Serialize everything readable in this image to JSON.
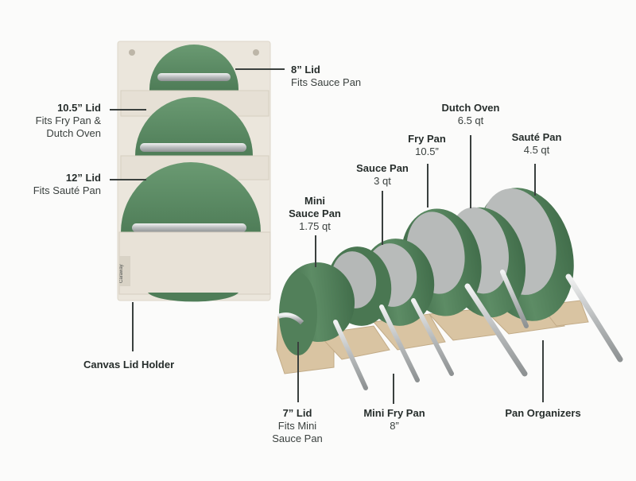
{
  "brand_tag": "Caraway",
  "labels": {
    "lid8": {
      "title": "8” Lid",
      "sub": "Fits Sauce Pan"
    },
    "lid105": {
      "title": "10.5” Lid",
      "sub1": "Fits Fry Pan &",
      "sub2": "Dutch Oven"
    },
    "lid12": {
      "title": "12” Lid",
      "sub": "Fits Sauté Pan"
    },
    "holder": {
      "title": "Canvas Lid Holder"
    },
    "dutch_oven": {
      "title": "Dutch Oven",
      "sub": "6.5 qt"
    },
    "fry_pan": {
      "title": "Fry Pan",
      "sub": "10.5”"
    },
    "saute_pan": {
      "title": "Sauté Pan",
      "sub": "4.5 qt"
    },
    "sauce_pan": {
      "title": "Sauce Pan",
      "sub": "3 qt"
    },
    "mini_sauce_pan": {
      "title1": "Mini",
      "title2": "Sauce Pan",
      "sub": "1.75 qt"
    },
    "lid7": {
      "title": "7” Lid",
      "sub1": "Fits Mini",
      "sub2": "Sauce Pan"
    },
    "mini_fry_pan": {
      "title": "Mini Fry Pan",
      "sub": "8”"
    },
    "organizers": {
      "title": "Pan Organizers"
    }
  },
  "colors": {
    "sage": "#5b8a63",
    "sage_dark": "#3f6a48",
    "canvas": "#e9e4da",
    "steel": "#c8cbcc",
    "interior": "#b9bcbb",
    "wood": "#d8c3a2"
  }
}
